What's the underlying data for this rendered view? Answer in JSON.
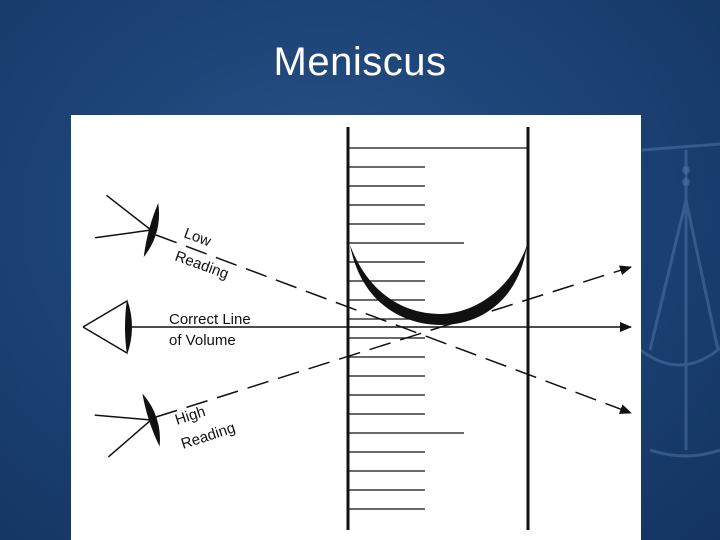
{
  "slide": {
    "title": "Meniscus"
  },
  "diagram": {
    "labels": {
      "low_line1": "Low",
      "low_line2": "Reading",
      "correct_line1": "Correct Line",
      "correct_line2": "of Volume",
      "high_line1": "High",
      "high_line2": "Reading"
    }
  },
  "colors": {
    "background": "#1d4477",
    "diagram_background": "#ffffff",
    "ink": "#111111"
  }
}
